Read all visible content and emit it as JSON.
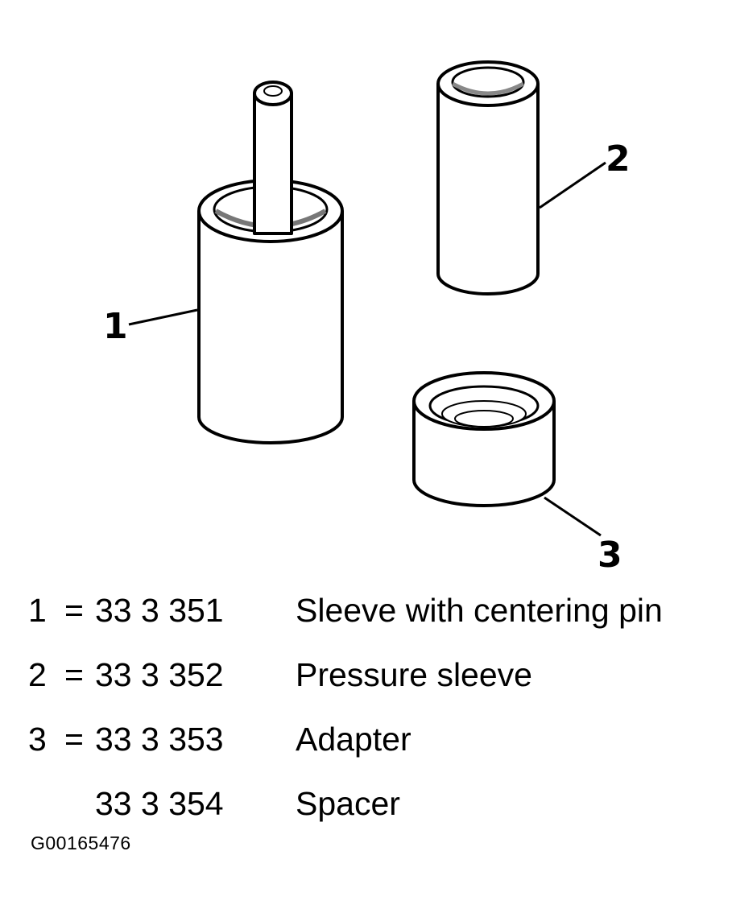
{
  "callouts": {
    "one": "1",
    "two": "2",
    "three": "3"
  },
  "legend": [
    {
      "index": "1",
      "eq": "=",
      "code": "33 3 351",
      "description": "Sleeve with centering pin"
    },
    {
      "index": "2",
      "eq": "=",
      "code": "33 3 352",
      "description": "Pressure sleeve"
    },
    {
      "index": "3",
      "eq": "=",
      "code": "33 3 353",
      "description": "Adapter"
    },
    {
      "index": "",
      "eq": "",
      "code": "33 3 354",
      "description": "Spacer"
    }
  ],
  "figure_id": "G00165476"
}
